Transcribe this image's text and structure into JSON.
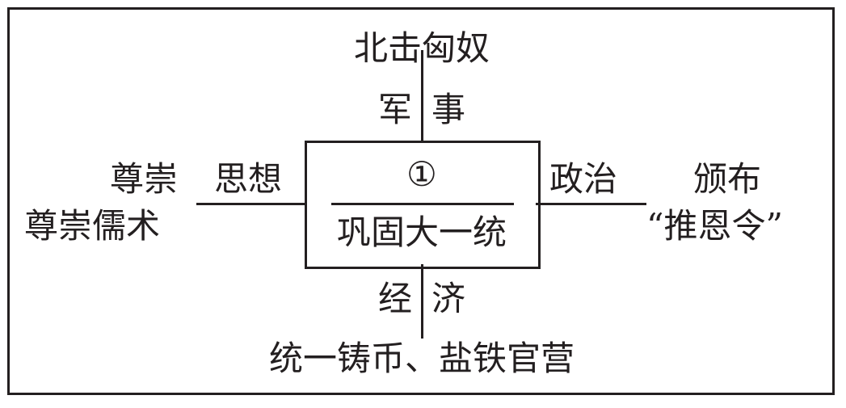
{
  "center": {
    "marker": "①",
    "label": "巩固大一统"
  },
  "top": {
    "category_left": "军",
    "category_right": "事",
    "content": "北击匈奴"
  },
  "left": {
    "category": "思想",
    "content_line1": "尊崇",
    "content_line2": "尊崇儒术"
  },
  "right": {
    "category": "政治",
    "content_line1": "颁布",
    "content_line2": "“推恩令”"
  },
  "bottom": {
    "category_left": "经",
    "category_right": "济",
    "content": "统一铸币、盐铁官营"
  }
}
